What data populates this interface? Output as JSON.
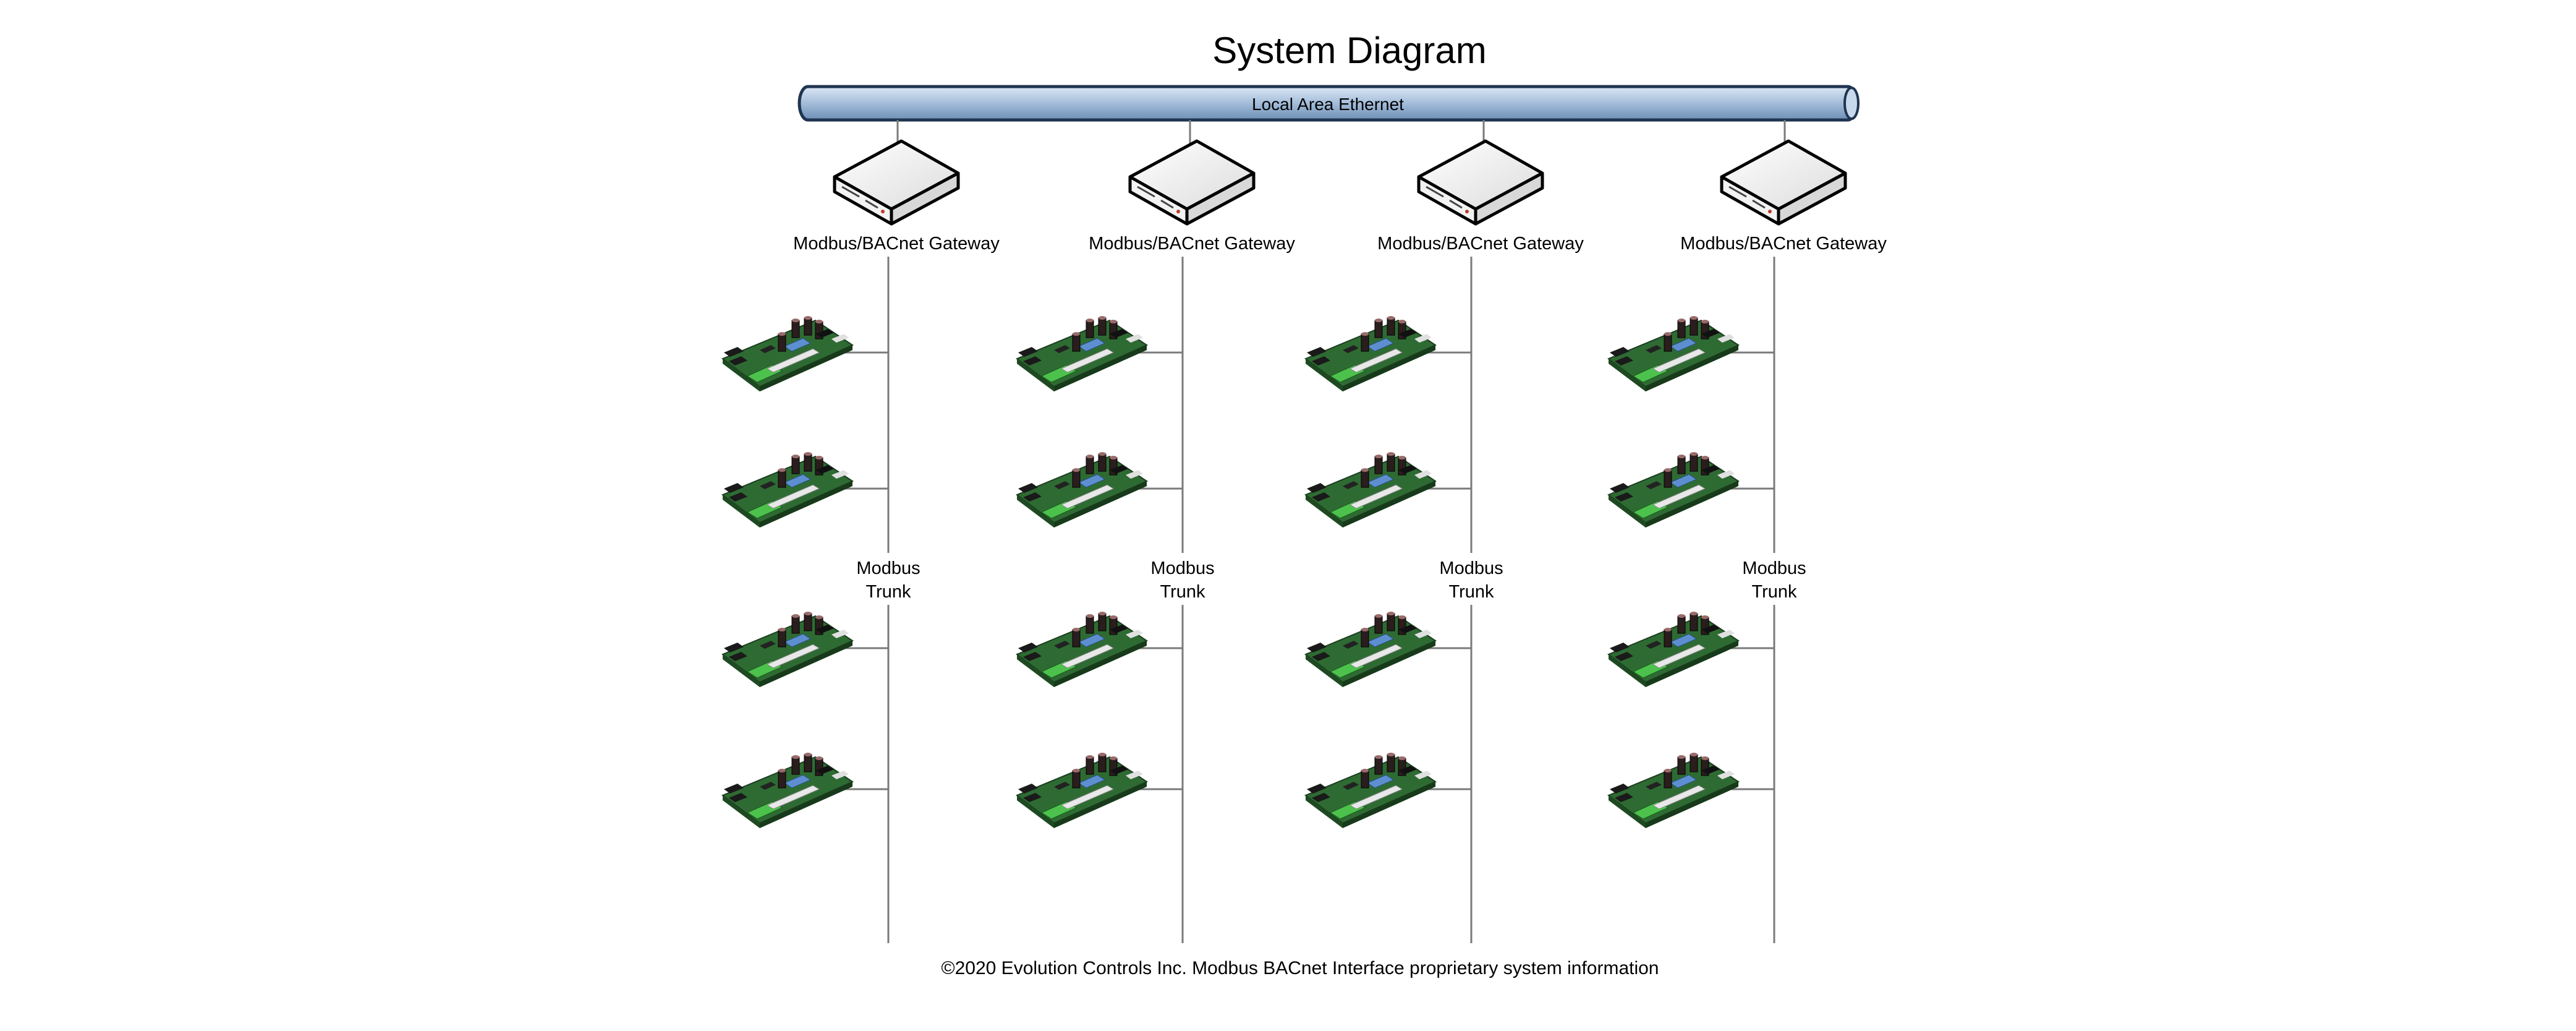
{
  "title": "System Diagram",
  "ethernet": {
    "label": "Local Area Ethernet"
  },
  "gateways": [
    {
      "label": "Modbus/BACnet Gateway"
    },
    {
      "label": "Modbus/BACnet Gateway"
    },
    {
      "label": "Modbus/BACnet Gateway"
    },
    {
      "label": "Modbus/BACnet Gateway"
    }
  ],
  "trunks": [
    {
      "line1": "Modbus",
      "line2": "Trunk",
      "boards": 4
    },
    {
      "line1": "Modbus",
      "line2": "Trunk",
      "boards": 4
    },
    {
      "line1": "Modbus",
      "line2": "Trunk",
      "boards": 4
    },
    {
      "line1": "Modbus",
      "line2": "Trunk",
      "boards": 4
    }
  ],
  "footer": "©2020 Evolution Controls Inc. Modbus BACnet Interface proprietary system information",
  "colors": {
    "pipe_fill": "#b7cce4",
    "pipe_stroke": "#1f3550",
    "pcb_green": "#2e6b33",
    "line": "#7a7a7a"
  }
}
